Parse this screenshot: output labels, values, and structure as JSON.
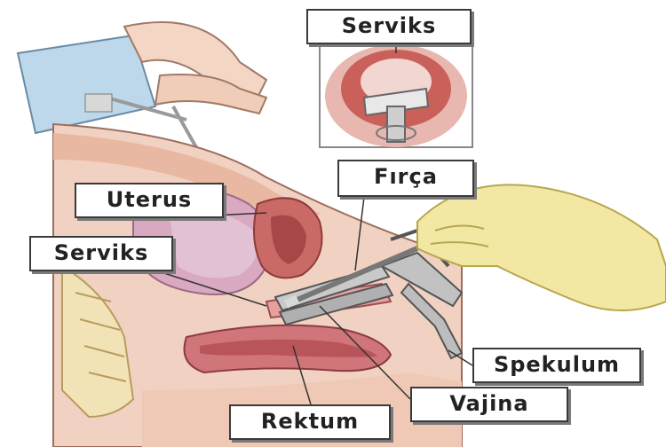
{
  "diagram": {
    "labels": {
      "serviks_top": "Serviks",
      "frca": "Fırça",
      "uterus": "Uterus",
      "serviks_left": "Serviks",
      "spekulum": "Spekulum",
      "vajina": "Vajina",
      "rektum": "Rektum"
    }
  }
}
